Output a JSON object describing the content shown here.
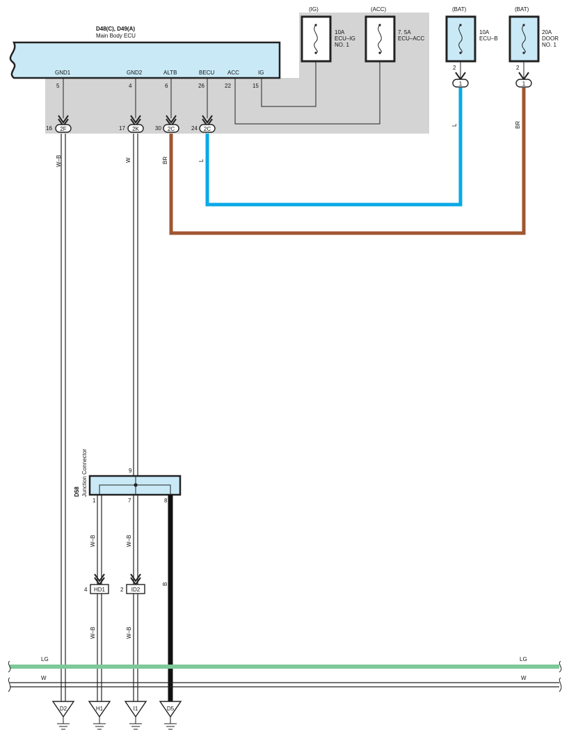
{
  "ecu": {
    "codes": "D48(C), D49(A)",
    "name": "Main Body ECU",
    "terminals": {
      "gnd1": {
        "name": "GND1",
        "pin": "5",
        "conn_pin": "16",
        "conn": "2F"
      },
      "gnd2": {
        "name": "GND2",
        "pin": "4",
        "conn_pin": "17",
        "conn": "2K"
      },
      "altb": {
        "name": "ALTB",
        "pin": "6",
        "conn_pin": "30",
        "conn": "2C"
      },
      "becu": {
        "name": "BECU",
        "pin": "26",
        "conn_pin": "24",
        "conn": "2C"
      },
      "acc": {
        "name": "ACC",
        "pin": "22"
      },
      "ig": {
        "name": "IG",
        "pin": "15"
      }
    }
  },
  "fuses": {
    "ig": {
      "source": "(IG)",
      "rating": "10A",
      "line1": "ECU–IG",
      "line2": "NO. 1"
    },
    "acc": {
      "source": "(ACC)",
      "rating": "7. 5A",
      "line1": "ECU–ACC",
      "line2": ""
    },
    "ecub": {
      "source": "(BAT)",
      "rating": "10A",
      "line1": "ECU–B",
      "line2": "",
      "pin": "2",
      "conn": "1"
    },
    "door": {
      "source": "(BAT)",
      "rating": "20A",
      "line1": "DOOR",
      "line2": "NO. 1",
      "pin": "2",
      "conn": "1"
    }
  },
  "wires": {
    "gnd1": "W–B",
    "gnd2": "W",
    "altb": "BR",
    "becu": "L",
    "ecub": "L",
    "door": "BR",
    "j1": "W–B",
    "j7": "W–B",
    "j8": "B",
    "hd1_out": "W–B",
    "id2_out": "W–B",
    "bus_lg": "LG",
    "bus_w": "W"
  },
  "junction": {
    "code": "D58",
    "label": "Junction Connector",
    "pin_in": "9",
    "pin1": "1",
    "pin7": "7",
    "pin8": "8"
  },
  "connectors": {
    "hd1": {
      "name": "HD1",
      "pin": "4"
    },
    "id2": {
      "name": "ID2",
      "pin": "2"
    }
  },
  "grounds": {
    "d2": "D2",
    "h1": "H1",
    "i1": "I1",
    "d5": "D5"
  },
  "colors": {
    "ecu_fill": "#c9e9f6",
    "gray_area": "#d4d4d4",
    "wire_blue": "#0aa9e6",
    "wire_brown": "#a05530",
    "wire_lg": "#7ec99a",
    "wire_black": "#111111"
  }
}
